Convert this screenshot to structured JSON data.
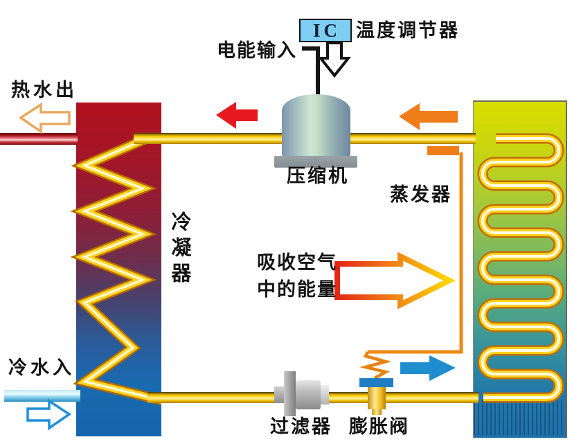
{
  "labels": {
    "temp_controller": "温度调节器",
    "ic_chip": "IC",
    "power_input": "电能输入",
    "hot_water_out": "热水出",
    "compressor": "压缩机",
    "evaporator": "蒸发器",
    "condenser": "冷凝器",
    "absorb_energy_line1": "吸收空气",
    "absorb_energy_line2": "中的能量",
    "cold_water_in": "冷水入",
    "filter": "过滤器",
    "expansion_valve": "膨胀阀"
  },
  "icons": {
    "power_down_arrow": "hollow-down-arrow",
    "hot_water_arrow": "hollow-left-arrow",
    "cold_water_arrow": "hollow-right-arrow",
    "condensed_flow_arrow": "solid-left-arrow-red",
    "suction_flow_arrow": "solid-left-arrow-orange",
    "expanded_flow_arrow": "solid-right-arrow-blue",
    "air_energy_arrow": "gradient-right-hollow-arrow"
  },
  "colors": {
    "refrigerant_pipe": "#ffd21e",
    "hot_water_pipe": "#c41a24",
    "cold_water_pipe": "#7fc8e8",
    "condenser_tank_top": "#b2121e",
    "condenser_tank_bottom": "#1565ac",
    "evaporator_panel_top": "#d9de00",
    "evaporator_panel_bottom": "#1f6fa9",
    "ic_box_fill": "#7ecef4",
    "arrow_red": "#e8191e",
    "arrow_orange": "#ef7d1a",
    "arrow_blue": "#1e8ed0",
    "capillary_line": "#ef8912",
    "metal_gray": "#8d969b"
  }
}
